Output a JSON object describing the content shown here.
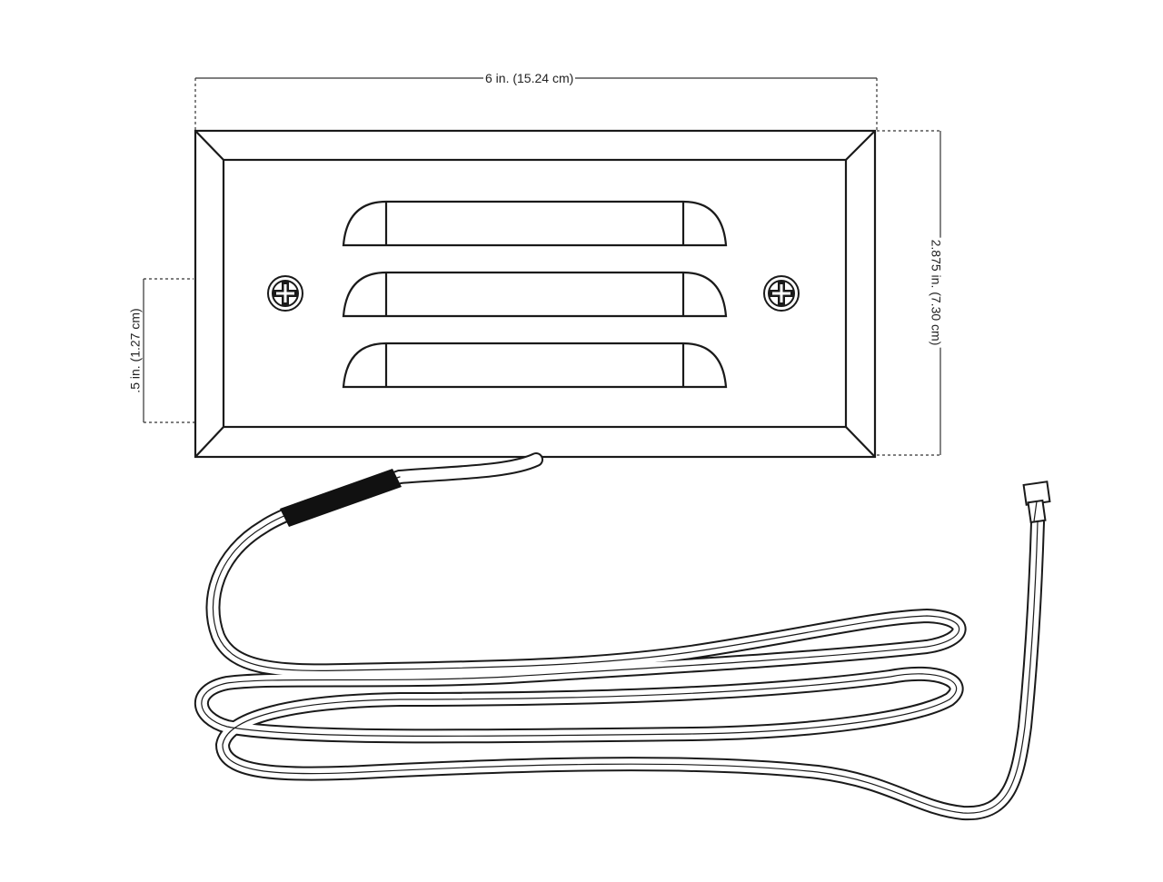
{
  "dimensions": {
    "width_label": "6 in. (15.24 cm)",
    "height_label": "2.875 in. (7.30 cm)",
    "depth_label": ".5 in. (1.27 cm)"
  },
  "colors": {
    "line": "#1a1a1a",
    "dim_line": "#333333",
    "background": "#ffffff",
    "heat_shrink": "#111111"
  },
  "parts": {
    "louvers": 3,
    "screws": 2
  }
}
